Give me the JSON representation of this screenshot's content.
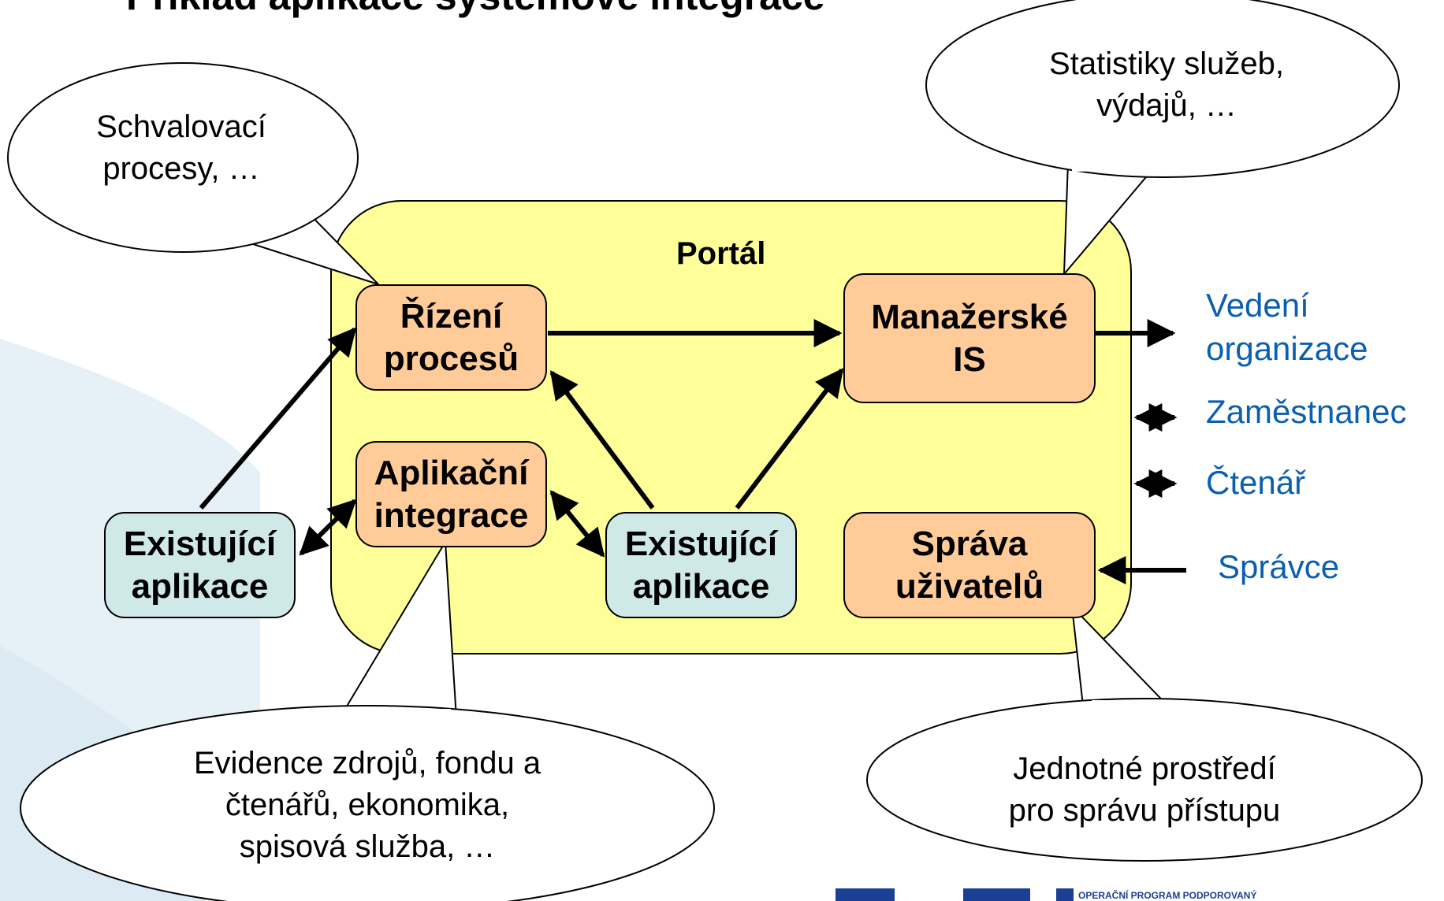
{
  "title": "Příklad aplikace systémové integrace",
  "portal": {
    "label": "Portál"
  },
  "boxes": {
    "rizeni": {
      "line1": "Řízení",
      "line2": "procesů"
    },
    "integrace": {
      "line1": "Aplikační",
      "line2": "integrace"
    },
    "manazerske": {
      "line1": "Manažerské",
      "line2": "IS"
    },
    "sprava": {
      "line1": "Správa",
      "line2": "uživatelů"
    },
    "existujici_left": {
      "line1": "Existující",
      "line2": "aplikace"
    },
    "existujici_mid": {
      "line1": "Existující",
      "line2": "aplikace"
    }
  },
  "bubbles": {
    "schvalovaci": {
      "line1": "Schvalovací",
      "line2": "procesy, …"
    },
    "statistiky": {
      "line1": "Statistiky služeb,",
      "line2": "výdajů, …"
    },
    "evidence": {
      "line1": "Evidence zdrojů, fondu a",
      "line2": "čtenářů, ekonomika,",
      "line3": "spisová služba, …"
    },
    "jednotne": {
      "line1": "Jednotné prostředí",
      "line2": "pro správu přístupu"
    }
  },
  "actors": {
    "vedeni": {
      "line1": "Vedení",
      "line2": "organizace"
    },
    "zamestnanec": "Zaměstnanec",
    "ctenar": "Čtenář",
    "spravce": "Správce"
  },
  "footer": {
    "logo_text": "OPERAČNÍ PROGRAM    PODPOROVANÝ"
  },
  "colors": {
    "portal_fill": "#FFFF99",
    "component_fill": "#FFCC99",
    "existing_app_fill": "#CFE8E8",
    "actor_text": "#0B5FB0"
  }
}
